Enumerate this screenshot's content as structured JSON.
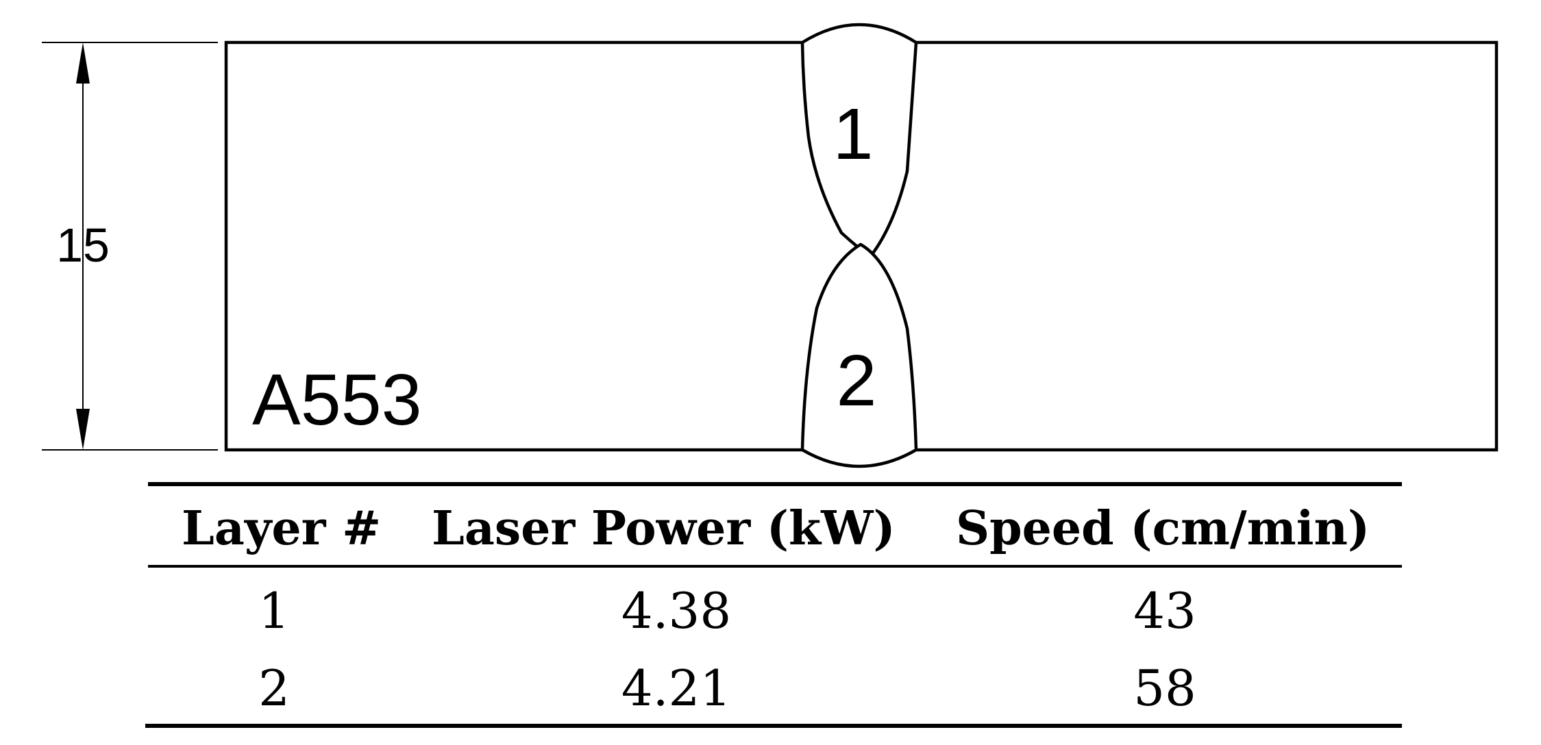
{
  "diagram": {
    "thickness_label": "15",
    "material_label": "A553",
    "weld_layers": [
      {
        "label": "1"
      },
      {
        "label": "2"
      }
    ]
  },
  "table": {
    "headers": [
      "Layer #",
      "Laser Power (kW)",
      "Speed (cm/min)"
    ],
    "rows": [
      [
        "1",
        "4.38",
        "43"
      ],
      [
        "2",
        "4.21",
        "58"
      ]
    ]
  }
}
